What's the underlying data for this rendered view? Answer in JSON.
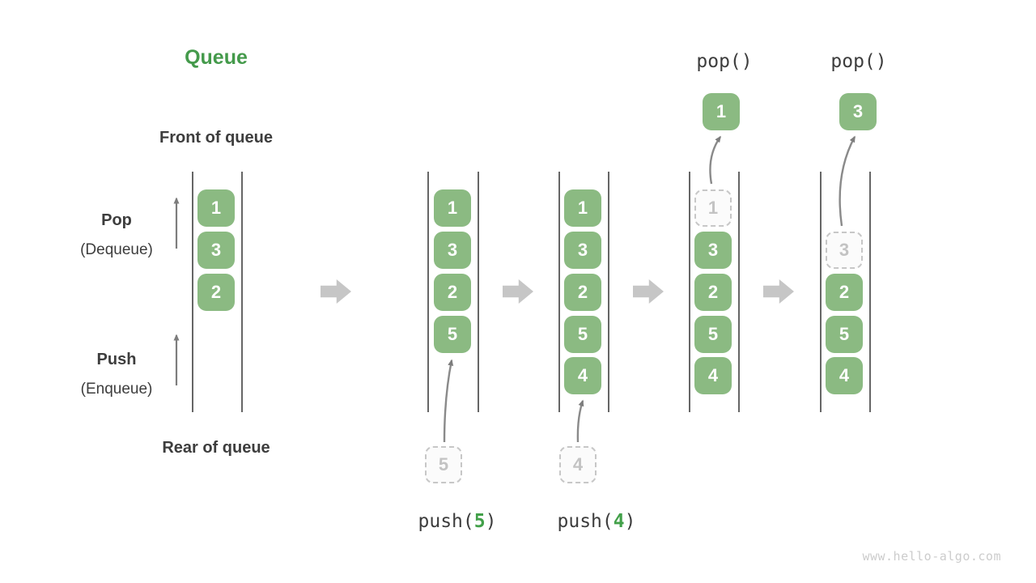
{
  "title": "Queue",
  "labels": {
    "front": "Front of queue",
    "rear": "Rear of queue",
    "pop": "Pop",
    "pop_sub": "(Dequeue)",
    "push": "Push",
    "push_sub": "(Enqueue)"
  },
  "columns": [
    {
      "name": "initial-state",
      "cells": [
        {
          "v": "1",
          "type": "filled"
        },
        {
          "v": "3",
          "type": "filled"
        },
        {
          "v": "2",
          "type": "filled"
        }
      ]
    },
    {
      "name": "after-push-5",
      "cells": [
        {
          "v": "1",
          "type": "filled"
        },
        {
          "v": "3",
          "type": "filled"
        },
        {
          "v": "2",
          "type": "filled"
        },
        {
          "v": "5",
          "type": "filled"
        }
      ],
      "staged": {
        "v": "5"
      },
      "operation": {
        "prefix": "push(",
        "arg": "5",
        "suffix": ")"
      }
    },
    {
      "name": "after-push-4",
      "cells": [
        {
          "v": "1",
          "type": "filled"
        },
        {
          "v": "3",
          "type": "filled"
        },
        {
          "v": "2",
          "type": "filled"
        },
        {
          "v": "5",
          "type": "filled"
        },
        {
          "v": "4",
          "type": "filled"
        }
      ],
      "staged": {
        "v": "4"
      },
      "operation": {
        "prefix": "push(",
        "arg": "4",
        "suffix": ")"
      }
    },
    {
      "name": "after-pop-1",
      "cells": [
        {
          "v": "1",
          "type": "dashed"
        },
        {
          "v": "3",
          "type": "filled"
        },
        {
          "v": "2",
          "type": "filled"
        },
        {
          "v": "5",
          "type": "filled"
        },
        {
          "v": "4",
          "type": "filled"
        }
      ],
      "popped": {
        "v": "1"
      },
      "operation_label": "pop()"
    },
    {
      "name": "after-pop-3",
      "cells": [
        {
          "v": "3",
          "type": "dashed"
        },
        {
          "v": "2",
          "type": "filled"
        },
        {
          "v": "5",
          "type": "filled"
        },
        {
          "v": "4",
          "type": "filled"
        }
      ],
      "popped": {
        "v": "3"
      },
      "operation_label": "pop()"
    }
  ],
  "watermark": "www.hello-algo.com",
  "colors": {
    "box_green": "#8bba82",
    "accent_green": "#42a049",
    "title_green": "#449a4b",
    "text_dark": "#3d3d3d",
    "thin_arrow_gray": "#7d7d7d",
    "block_arrow_gray": "#c6c6c6",
    "dashed_border_gray": "#c7c7c7",
    "dashed_text_gray": "#c3c3c3",
    "channel_line_gray": "#666666",
    "watermark_gray": "#cccccc"
  }
}
